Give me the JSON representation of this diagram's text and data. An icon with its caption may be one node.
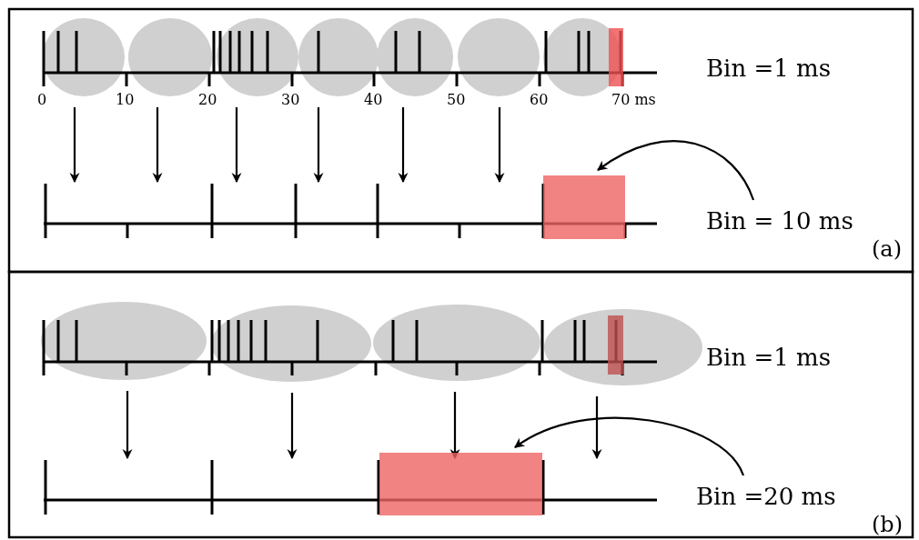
{
  "diagram": {
    "nodes": [
      {
        "text": [],
        "shape": "ellipse"
      },
      {
        "text": [],
        "shape": "ellipse"
      },
      {
        "text": [],
        "shape": "ellipse"
      },
      {
        "text": [],
        "shape": "ellipse"
      },
      {
        "text": [],
        "shape": "ellipse"
      },
      {
        "text": [],
        "shape": "ellipse"
      },
      {
        "text": [],
        "shape": "ellipse"
      },
      {
        "text": [],
        "shape": "box"
      },
      {
        "text": [
          "Bin = 10 ms"
        ]
      },
      {
        "text": [],
        "shape": "ellipse"
      },
      {
        "text": [],
        "shape": "ellipse"
      },
      {
        "text": [],
        "shape": "ellipse"
      },
      {
        "text": [],
        "shape": "ellipse"
      },
      {
        "text": [],
        "shape": "box"
      },
      {
        "text": [
          "Bin =20 ms"
        ]
      },
      {
        "text": [],
        "shape": "bar"
      },
      {
        "text": [],
        "shape": "bar"
      }
    ],
    "edges": [
      {
        "from": 0,
        "to": 15,
        "arrow": "to"
      },
      {
        "from": 1,
        "to": 15,
        "arrow": "to"
      },
      {
        "from": 2,
        "to": 15,
        "arrow": "to"
      },
      {
        "from": 3,
        "to": 15,
        "arrow": "to"
      },
      {
        "from": 4,
        "to": 15,
        "arrow": "to"
      },
      {
        "from": 5,
        "to": 15,
        "arrow": "to"
      },
      {
        "from": 8,
        "to": 7,
        "arrow": "to"
      },
      {
        "from": 9,
        "to": 16,
        "arrow": "to"
      },
      {
        "from": 10,
        "to": 16,
        "arrow": "to"
      },
      {
        "from": 11,
        "to": 16,
        "arrow": "to"
      },
      {
        "from": 12,
        "to": 16,
        "arrow": "to"
      },
      {
        "from": 14,
        "to": 13,
        "arrow": "to"
      }
    ],
    "labels": [
      "Bin =1 ms",
      "0",
      "10",
      "20",
      "30",
      "40",
      "50",
      "60",
      "70 ms",
      "(a)",
      "Bin =1 ms",
      "(b)"
    ]
  }
}
